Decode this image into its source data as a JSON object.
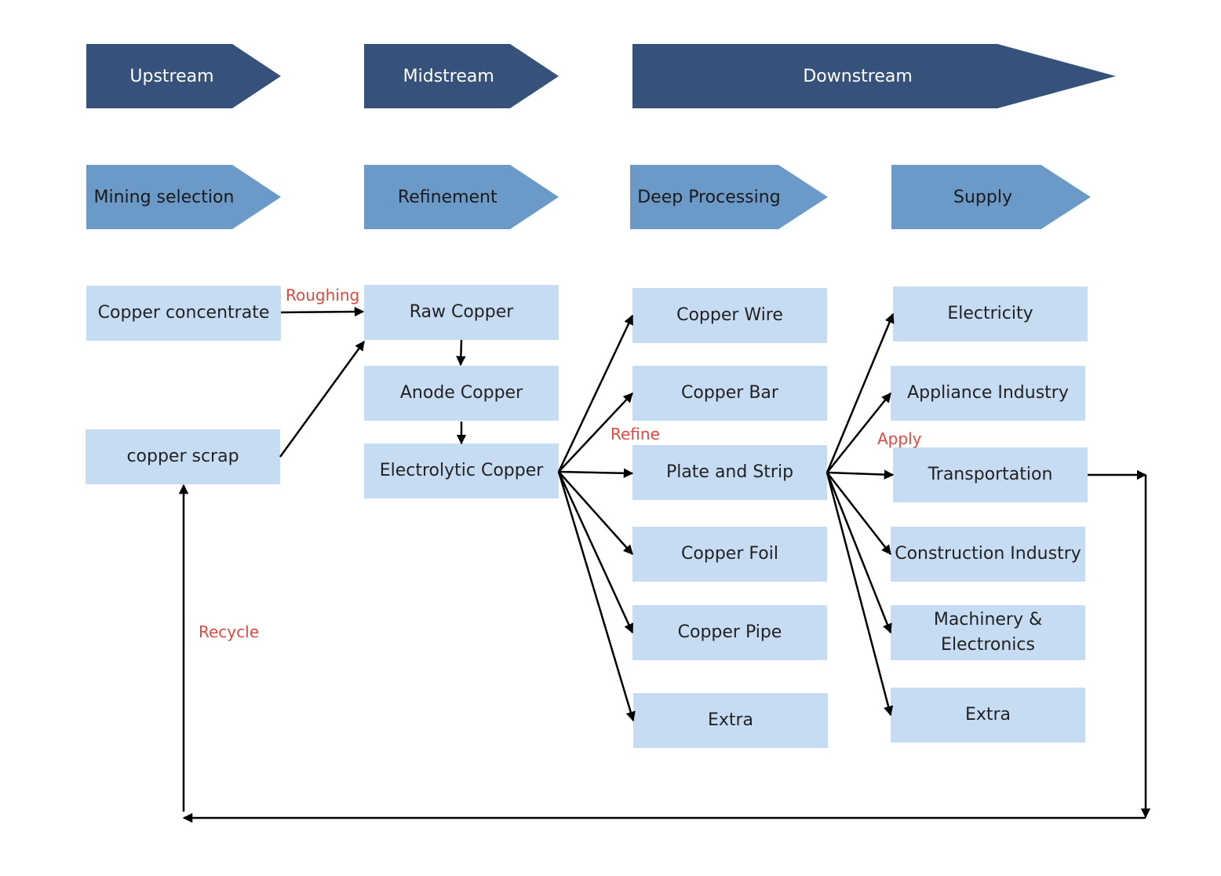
{
  "stages": [
    "Upstream",
    "Midstream",
    "Downstream"
  ],
  "phases": [
    "Mining selection",
    "Refinement",
    "Deep Processing",
    "Supply"
  ],
  "upstream": {
    "concentrate": "Copper concentrate",
    "scrap": "copper scrap"
  },
  "midstream": {
    "raw": "Raw Copper",
    "anode": "Anode Copper",
    "electrolytic": "Electrolytic Copper"
  },
  "processing": [
    "Copper Wire",
    "Copper Bar",
    "Plate and Strip",
    "Copper Foil",
    "Copper Pipe",
    "Extra"
  ],
  "supply": [
    "Electricity",
    "Appliance Industry",
    "Transportation",
    "Construction Industry",
    "Machinery &\nElectronics",
    "Extra"
  ],
  "labels": {
    "roughing": "Roughing",
    "refine": "Refine",
    "apply": "Apply",
    "recycle": "Recycle"
  }
}
